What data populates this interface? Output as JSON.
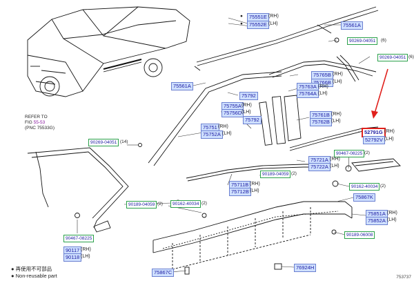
{
  "parts": {
    "p75551E": "75551E",
    "p75552E": "75552E",
    "p75561A_top": "75561A",
    "p75561A_car": "75561A",
    "p75765B": "75765B",
    "p75766B": "75766B",
    "p75763A": "75763A",
    "p75764A": "75764A",
    "p75792_a": "75792",
    "p75755A": "75755A",
    "p75756D": "75756D",
    "p75792_b": "75792",
    "p75751": "75751",
    "p75752A": "75752A",
    "p75761B": "75761B",
    "p75762B": "75762B",
    "p52791G": "52791G",
    "p52792V": "52792V",
    "p75721A": "75721A",
    "p75722A": "75722A",
    "p75711B": "75711B",
    "p75712B": "75712B",
    "p75867K": "75867K",
    "p75851A": "75851A",
    "p75852A": "75852A",
    "p90117": "90117",
    "p90118": "90118",
    "p75867C": "75867C",
    "p76924H": "76924H"
  },
  "bolts": {
    "b90269_top": "90269-04051",
    "b90269_right": "90269-04051",
    "b90269_left": "90269-04051",
    "b90467_right": "90467-08225",
    "b90467_left": "90467-08225",
    "b90189_a": "90189-04059",
    "b90189_b": "90189-04059",
    "b90189_c": "90189-06008",
    "b90162_right": "90162-40034",
    "b90162_left": "90162-40034"
  },
  "qty": {
    "b90269_top": "(6)",
    "b90269_right": "(6)",
    "b90269_left": "(14)",
    "b90467_right": "(2)",
    "b90189_a": "(2)",
    "b90189_b": "(2)",
    "b90162_right": "(2)",
    "b90162_left": "(2)"
  },
  "side": {
    "rh": "(RH)",
    "lh": "(LH)"
  },
  "refer": {
    "line1": "REFER TO",
    "line2_prefix": "FIG ",
    "line2_link": "55-53",
    "line3": "(PNC 75533G)"
  },
  "legend": {
    "item1": "● 再使用不可部品",
    "item2": "● Non-reusable part"
  },
  "figure_code": "753737",
  "colors": {
    "label_fill": "#cfe0ff",
    "label_border": "#6a7fd0",
    "bolt_border": "#2aa04a",
    "highlight": "#e0201c"
  }
}
